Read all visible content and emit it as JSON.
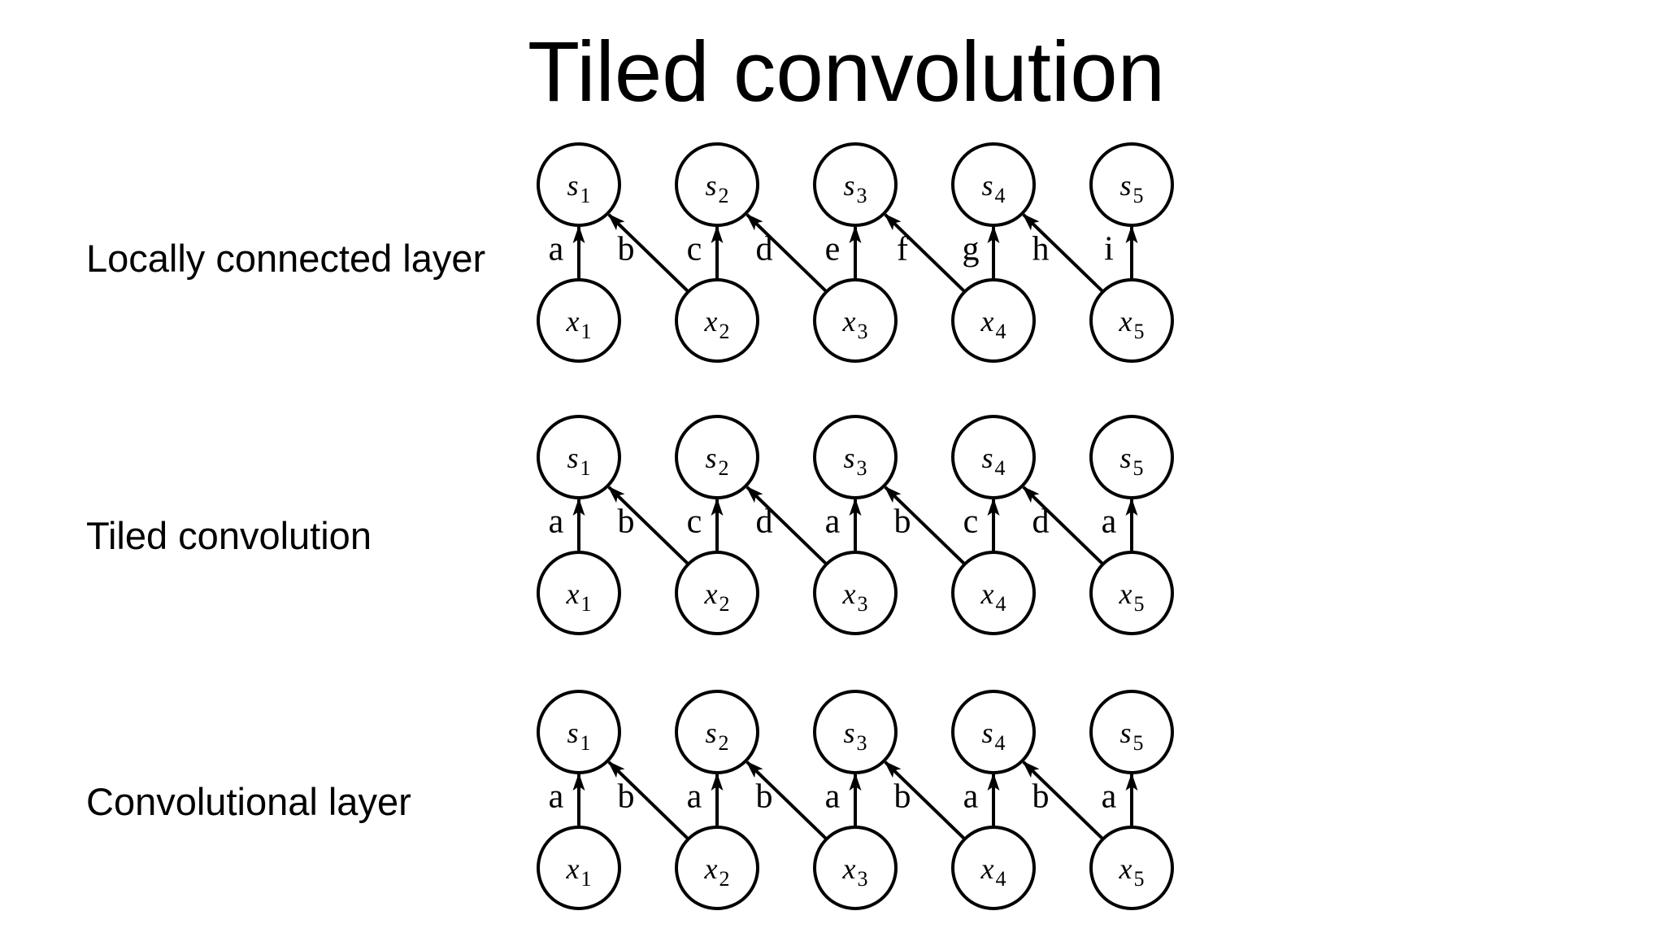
{
  "slide": {
    "title": "Tiled convolution",
    "background_color": "#ffffff",
    "ink_color": "#000000"
  },
  "diagram": {
    "type": "bipartite-graph-comparison",
    "columns": 5,
    "nodes": {
      "top": [
        {
          "id": "s1",
          "base": "s",
          "sub": "1"
        },
        {
          "id": "s2",
          "base": "s",
          "sub": "2"
        },
        {
          "id": "s3",
          "base": "s",
          "sub": "3"
        },
        {
          "id": "s4",
          "base": "s",
          "sub": "4"
        },
        {
          "id": "s5",
          "base": "s",
          "sub": "5"
        }
      ],
      "bottom": [
        {
          "id": "x1",
          "base": "x",
          "sub": "1"
        },
        {
          "id": "x2",
          "base": "x",
          "sub": "2"
        },
        {
          "id": "x3",
          "base": "x",
          "sub": "3"
        },
        {
          "id": "x4",
          "base": "x",
          "sub": "4"
        },
        {
          "id": "x5",
          "base": "x",
          "sub": "5"
        }
      ]
    },
    "rows": [
      {
        "label": "Locally connected layer",
        "edges": [
          {
            "from": "x1",
            "to": "s1",
            "label": "a"
          },
          {
            "from": "x2",
            "to": "s1",
            "label": "b"
          },
          {
            "from": "x2",
            "to": "s2",
            "label": "c"
          },
          {
            "from": "x3",
            "to": "s2",
            "label": "d"
          },
          {
            "from": "x3",
            "to": "s3",
            "label": "e"
          },
          {
            "from": "x4",
            "to": "s3",
            "label": "f"
          },
          {
            "from": "x4",
            "to": "s4",
            "label": "g"
          },
          {
            "from": "x5",
            "to": "s4",
            "label": "h"
          },
          {
            "from": "x5",
            "to": "s5",
            "label": "i"
          }
        ]
      },
      {
        "label": "Tiled convolution",
        "edges": [
          {
            "from": "x1",
            "to": "s1",
            "label": "a"
          },
          {
            "from": "x2",
            "to": "s1",
            "label": "b"
          },
          {
            "from": "x2",
            "to": "s2",
            "label": "c"
          },
          {
            "from": "x3",
            "to": "s2",
            "label": "d"
          },
          {
            "from": "x3",
            "to": "s3",
            "label": "a"
          },
          {
            "from": "x4",
            "to": "s3",
            "label": "b"
          },
          {
            "from": "x4",
            "to": "s4",
            "label": "c"
          },
          {
            "from": "x5",
            "to": "s4",
            "label": "d"
          },
          {
            "from": "x5",
            "to": "s5",
            "label": "a"
          }
        ]
      },
      {
        "label": "Convolutional layer",
        "edges": [
          {
            "from": "x1",
            "to": "s1",
            "label": "a"
          },
          {
            "from": "x2",
            "to": "s1",
            "label": "b"
          },
          {
            "from": "x2",
            "to": "s2",
            "label": "a"
          },
          {
            "from": "x3",
            "to": "s2",
            "label": "b"
          },
          {
            "from": "x3",
            "to": "s3",
            "label": "a"
          },
          {
            "from": "x4",
            "to": "s3",
            "label": "b"
          },
          {
            "from": "x4",
            "to": "s4",
            "label": "a"
          },
          {
            "from": "x5",
            "to": "s4",
            "label": "b"
          },
          {
            "from": "x5",
            "to": "s5",
            "label": "a"
          }
        ]
      }
    ]
  }
}
